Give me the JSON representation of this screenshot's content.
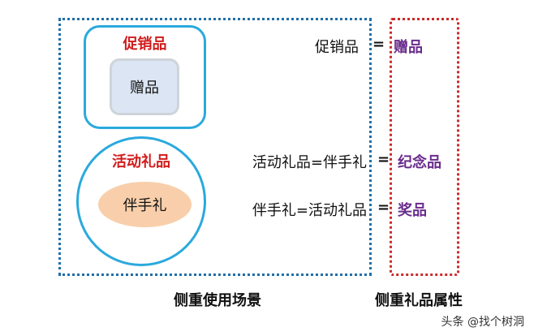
{
  "promo": {
    "title": "促销品",
    "inner": "赠品"
  },
  "activity": {
    "title": "活动礼品",
    "inner": "伴手礼"
  },
  "equations": [
    {
      "left": "促销品",
      "sign": "=",
      "right": "赠品"
    },
    {
      "left": "活动礼品=伴手礼",
      "sign": "=",
      "right": "纪念品"
    },
    {
      "left": "伴手礼=活动礼品",
      "sign": "=",
      "right": "奖品"
    }
  ],
  "captions": {
    "scenario": "侧重使用场景",
    "attribute": "侧重礼品属性"
  },
  "watermark": "头条 @找个树洞",
  "colors": {
    "title_red": "#d11c1c",
    "result_purple": "#6a2c8c",
    "box_blue": "#2aa9dd",
    "gift_fill": "#dbe5f3",
    "oval_fill": "#f8cfaa"
  }
}
